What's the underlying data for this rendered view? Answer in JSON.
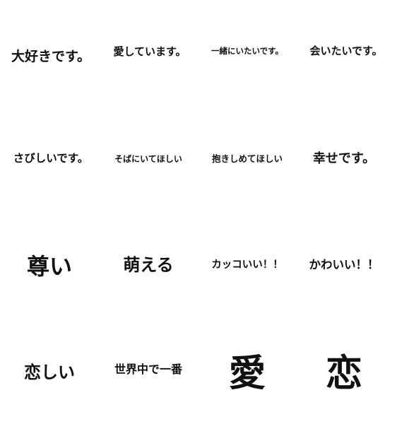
{
  "phrases": [
    "大好きです。",
    "愛しています。",
    "一緒にいたいです。",
    "会いたいです。",
    "さびしいです。",
    "そばにいてほしい",
    "抱きしめてほしい",
    "幸せです。",
    "尊い",
    "萌える",
    "カッコいい！！",
    "かわいい！！",
    "恋しい",
    "世界中で一番",
    "愛",
    "恋"
  ],
  "colors": {
    "background": "#ffffff",
    "text": "#111111"
  }
}
